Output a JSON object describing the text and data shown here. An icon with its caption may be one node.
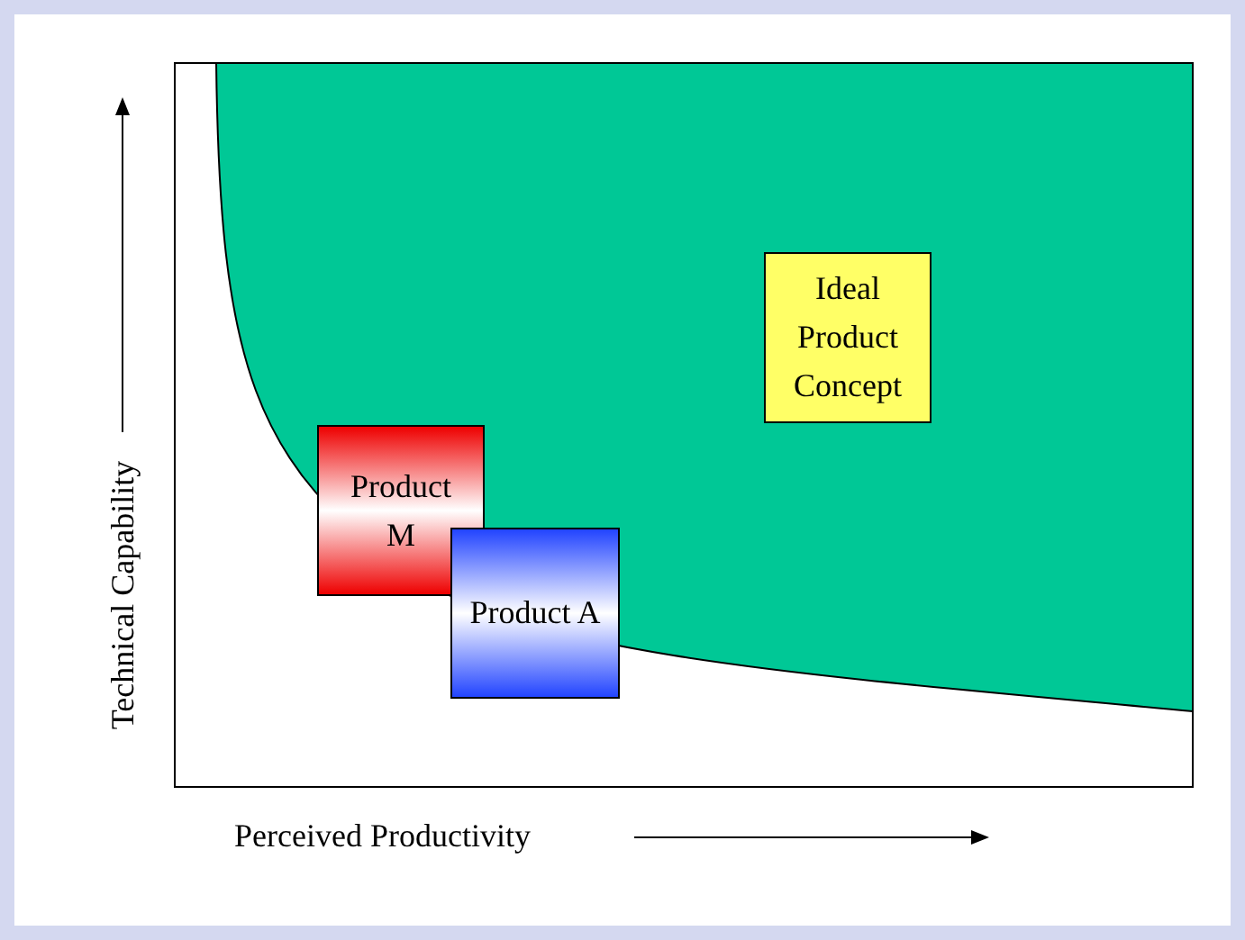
{
  "diagram": {
    "nodes": [
      {
        "text": [
          "Ideal Product Concept"
        ]
      },
      {
        "text": [
          "Product M"
        ]
      },
      {
        "text": [
          "Product A"
        ]
      }
    ],
    "labels": [
      "Technical Capability",
      "Perceived Productivity"
    ]
  }
}
